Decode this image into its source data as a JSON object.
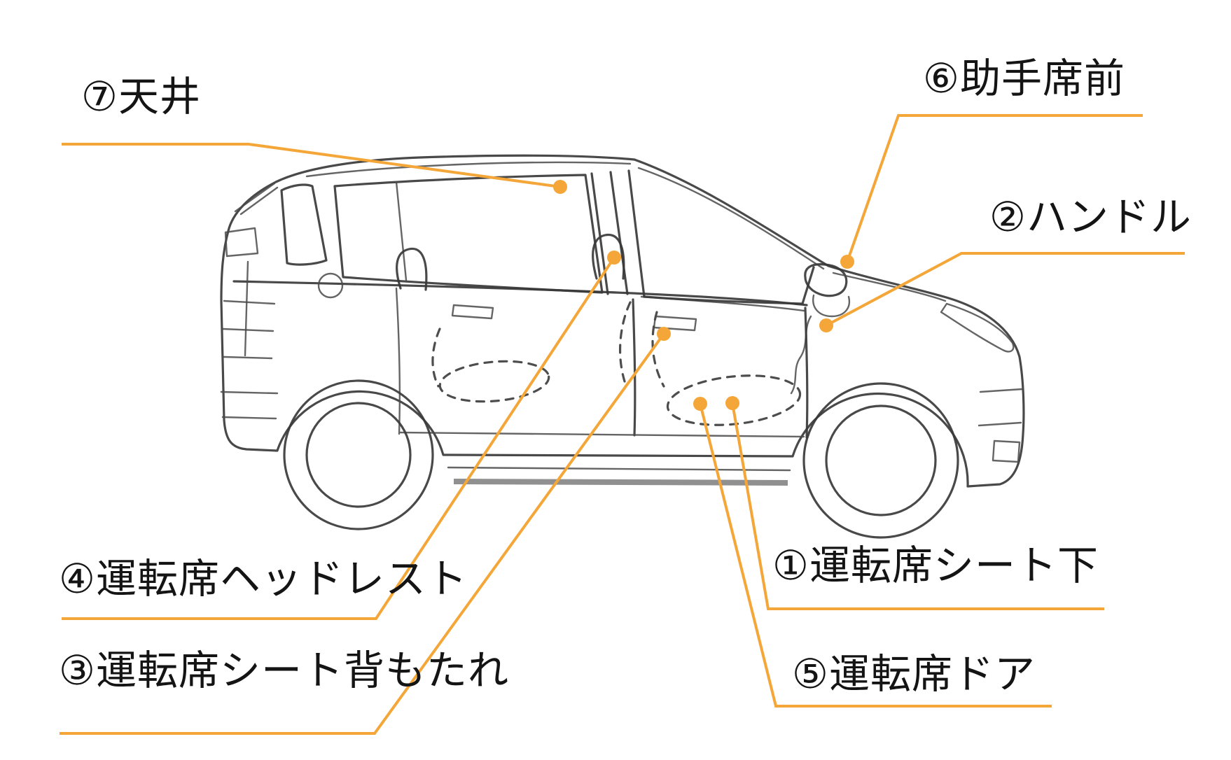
{
  "page": {
    "background": "#ffffff",
    "type": "labeled-car-diagram"
  },
  "colors": {
    "accent_orange": "#F4A738",
    "drawing_line": "#3a3a3a",
    "text": "#141414"
  },
  "diagram": {
    "subject": "car-side-view-line-art",
    "callouts": [
      {
        "id": "under-driver-seat",
        "number": "1",
        "label": "①運転席シート下"
      },
      {
        "id": "steering-wheel",
        "number": "2",
        "label": "②ハンドル"
      },
      {
        "id": "driver-seat-backrest",
        "number": "3",
        "label": "③運転席シート背もたれ"
      },
      {
        "id": "driver-headrest",
        "number": "4",
        "label": "④運転席ヘッドレスト"
      },
      {
        "id": "driver-door",
        "number": "5",
        "label": "⑤運転席ドア"
      },
      {
        "id": "front-passenger-front",
        "number": "6",
        "label": "⑥助手席前"
      },
      {
        "id": "ceiling",
        "number": "7",
        "label": "⑦天井"
      }
    ]
  }
}
